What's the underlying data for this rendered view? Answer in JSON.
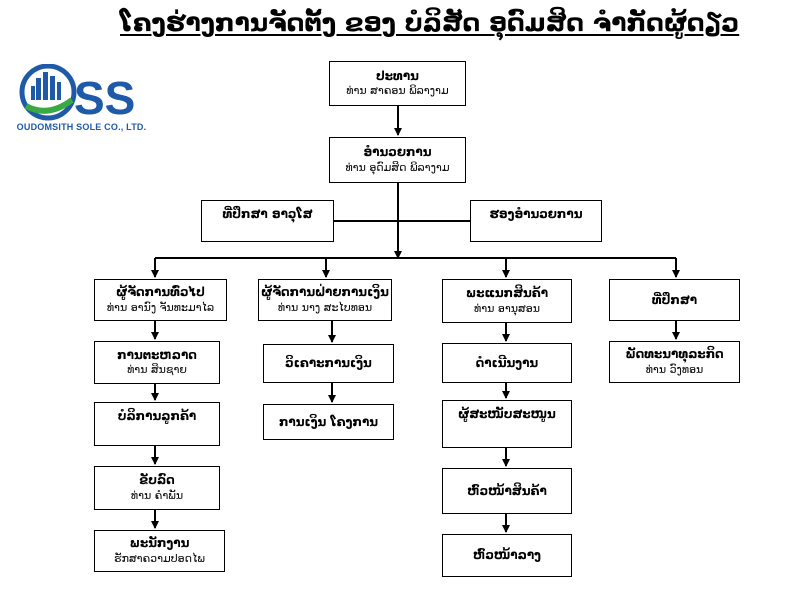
{
  "title": "ໂຄງຮ່າງການຈັດຕັ້ງ ຂອງ ບໍລິສັດ ອຸດົມສິດ ຈຳກັດຜູ້ດຽວ",
  "logo": {
    "mark": "SS",
    "company": "OUDOMSITH SOLE CO., LTD.",
    "brand_color": "#1e5aa8",
    "accent_color": "#3aa843"
  },
  "boxes": {
    "president": {
      "title": "ປະທານ",
      "name": "ທ່ານ ສາຄອນ ພິລາງາມ"
    },
    "director": {
      "title": "ອຳນວຍການ",
      "name": "ທ່ານ ອຸດົມສິດ ພິລາງາມ"
    },
    "advisor_left": {
      "title": "ທີ່ປຶກສາ ອາວຸໂສ"
    },
    "deputy_director": {
      "title": "ຮອງອຳນວຍການ"
    },
    "general_manager": {
      "title": "ຜູ້ຈັດການທົ່ວໄປ",
      "name": "ທ່ານ ອານົງ ຈັນທະມາໄລ"
    },
    "marketing": {
      "title": "ການຕະຫລາດ",
      "name": "ທ່ານ ສິນຊາຍ"
    },
    "customer_service": {
      "title": "ບໍລິການລູກຄ້າ"
    },
    "production": {
      "title": "ຂັບລົດ",
      "name": "ທ່ານ ຄຳພັນ"
    },
    "staff": {
      "title": "ພະນັກງານ",
      "name": "ຮັກສາຄວາມປອດໄພ"
    },
    "finance_manager": {
      "title": "ຜູ້ຈັດການຝ່າຍການເງິນ",
      "name": "ທ່ານ ນາງ ສະໄບທອນ"
    },
    "finance_analysis": {
      "title": "ວິເຄາະການເງິນ"
    },
    "finance_accounting": {
      "title": "ການເງິນ ໂຄງການ"
    },
    "stock_dept": {
      "title": "ພະແນກສິນຄ້າ",
      "name": "ທ່ານ ອານຸສອນ"
    },
    "operations": {
      "title": "ດຳເນີນງານ"
    },
    "coordination": {
      "title": "ຜູ້ສະໜັບສະໜູນ"
    },
    "stock_head": {
      "title": "ຫົວໜ້າສິນຄ້າ"
    },
    "technician_head": {
      "title": "ຫົວໜ້າລາງ"
    },
    "advisor_right": {
      "title": "ທີ່ປຶກສາ"
    },
    "business_dev": {
      "title": "ພັດທະນາທຸລະກິດ",
      "name": "ທ່ານ ວົງທອນ"
    }
  }
}
